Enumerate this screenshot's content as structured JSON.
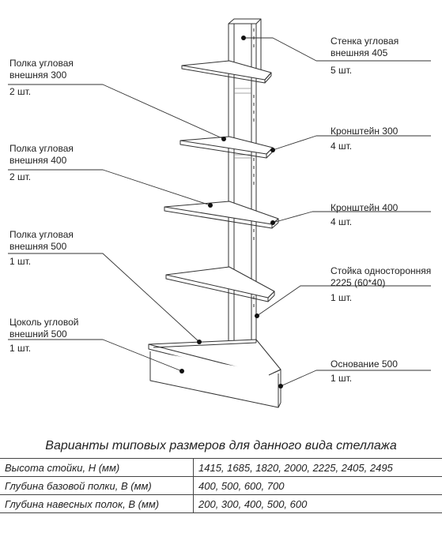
{
  "labels": {
    "wall_name": "Стенка угловая\nвнешняя 405",
    "wall_qty": "5 шт.",
    "shelf300_name": "Полка угловая\nвнешняя 300",
    "shelf300_qty": "2 шт.",
    "bracket300_name": "Кронштейн 300",
    "bracket300_qty": "4 шт.",
    "shelf400_name": "Полка угловая\nвнешняя 400",
    "shelf400_qty": "2 шт.",
    "bracket400_name": "Кронштейн 400",
    "bracket400_qty": "4 шт.",
    "shelf500_name": "Полка угловая\nвнешняя 500",
    "shelf500_qty": "1 шт.",
    "post_name": "Стойка односторонняя\n2225 (60*40)",
    "post_qty": "1 шт.",
    "plinth_name": "Цоколь угловой\nвнешний 500",
    "plinth_qty": "1 шт.",
    "base_name": "Основание 500",
    "base_qty": "1 шт."
  },
  "table": {
    "title": "Варианты типовых размеров для данного вида стеллажа",
    "rows": [
      {
        "key": "Высота стойки, Н (мм)",
        "value": "1415, 1685, 1820, 2000, 2225, 2405, 2495"
      },
      {
        "key": "Глубина базовой полки, В (мм)",
        "value": "400, 500, 600, 700"
      },
      {
        "key": "Глубина навесных полок, В (мм)",
        "value": "200, 300, 400, 500, 600"
      }
    ]
  }
}
